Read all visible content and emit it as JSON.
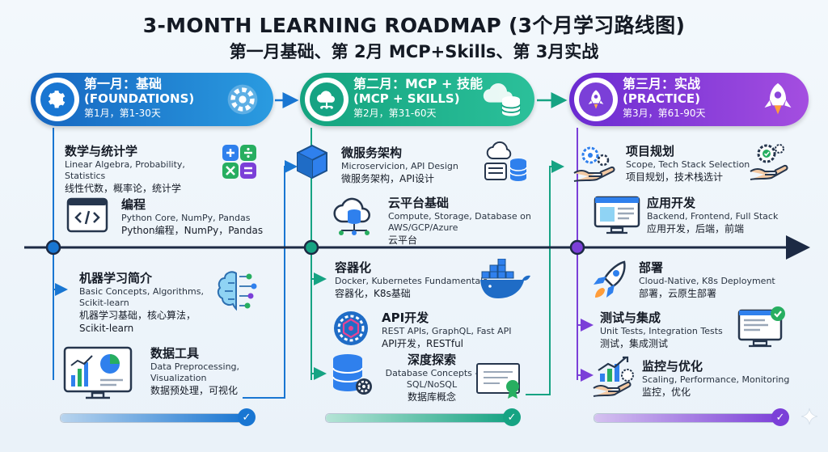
{
  "title": "3-MONTH LEARNING ROADMAP (3个月学习路线图)",
  "subtitle": "第一月基础、第 2月 MCP+Skills、第 3月实战",
  "colors": {
    "phase1": "#1976d2",
    "phase2": "#16a383",
    "phase3": "#7b3fd8",
    "timeline": "#1c2a44"
  },
  "phases": [
    {
      "name": "第一月：基础",
      "name_en": "(FOUNDATIONS)",
      "period": "第1月，第1-30天",
      "icon": "gear-icon",
      "progress": 1.0,
      "items": [
        {
          "title": "数学与统计学",
          "en": "Linear Algebra, Probability, Statistics",
          "cn": "线性代数，概率论，统计学",
          "icon": "math-operators-icon"
        },
        {
          "title": "编程",
          "en": "Python Core, NumPy, Pandas",
          "cn": "Python编程，NumPy，Pandas",
          "icon": "code-window-icon"
        },
        {
          "title": "机器学习简介",
          "en": "Basic Concepts, Algorithms, Scikit-learn",
          "cn": "机器学习基础，核心算法，Scikit-learn",
          "icon": "brain-network-icon"
        },
        {
          "title": "数据工具",
          "en": "Data Preprocessing, Visualization",
          "cn": "数据预处理，可视化",
          "icon": "dashboard-chart-icon"
        }
      ]
    },
    {
      "name": "第二月：MCP + 技能",
      "name_en": "(MCP + SKILLS)",
      "period": "第2月，第31-60天",
      "icon": "cloud-network-icon",
      "progress": 1.0,
      "items": [
        {
          "title": "微服务架构",
          "en": "Microservicion, API Design",
          "cn": "微服务架构，API设计",
          "icon": "cube-icon"
        },
        {
          "title": "云平台基础",
          "en": "Compute, Storage, Database on AWS/GCP/Azure",
          "cn": "云平台",
          "icon": "cloud-database-icon"
        },
        {
          "title": "容器化",
          "en": "Docker, Kubernetes Fundamentals",
          "cn": "容器化，K8s基础",
          "icon": "docker-whale-icon"
        },
        {
          "title": "API开发",
          "en": "REST APIs, GraphQL, Fast API",
          "cn": "API开发，RESTful",
          "icon": "api-gear-icon"
        },
        {
          "title": "深度探索",
          "en": "Database Concepts - SQL/NoSQL",
          "cn": "数据库概念",
          "icon": "database-gear-icon"
        }
      ]
    },
    {
      "name": "第三月：实战",
      "name_en": "(PRACTICE)",
      "period": "第3月，第61-90天",
      "icon": "rocket-icon",
      "progress": 1.0,
      "items": [
        {
          "title": "项目规划",
          "en": "Scope, Tech Stack Selection",
          "cn": "项目规划，技术栈选计",
          "icon": "hand-gears-icon"
        },
        {
          "title": "应用开发",
          "en": "Backend, Frontend, Full Stack",
          "cn": "应用开发，后端，前端",
          "icon": "monitor-app-icon"
        },
        {
          "title": "部署",
          "en": "Cloud-Native, K8s Deployment",
          "cn": "部署，云原生部署",
          "icon": "rocket-launch-icon"
        },
        {
          "title": "测试与集成",
          "en": "Unit Tests, Integration Tests",
          "cn": "测试，集成测试",
          "icon": "monitor-check-icon"
        },
        {
          "title": "监控与优化",
          "en": "Scaling, Performance, Monitoring",
          "cn": "监控，优化",
          "icon": "hand-growth-chart-icon"
        }
      ]
    }
  ]
}
